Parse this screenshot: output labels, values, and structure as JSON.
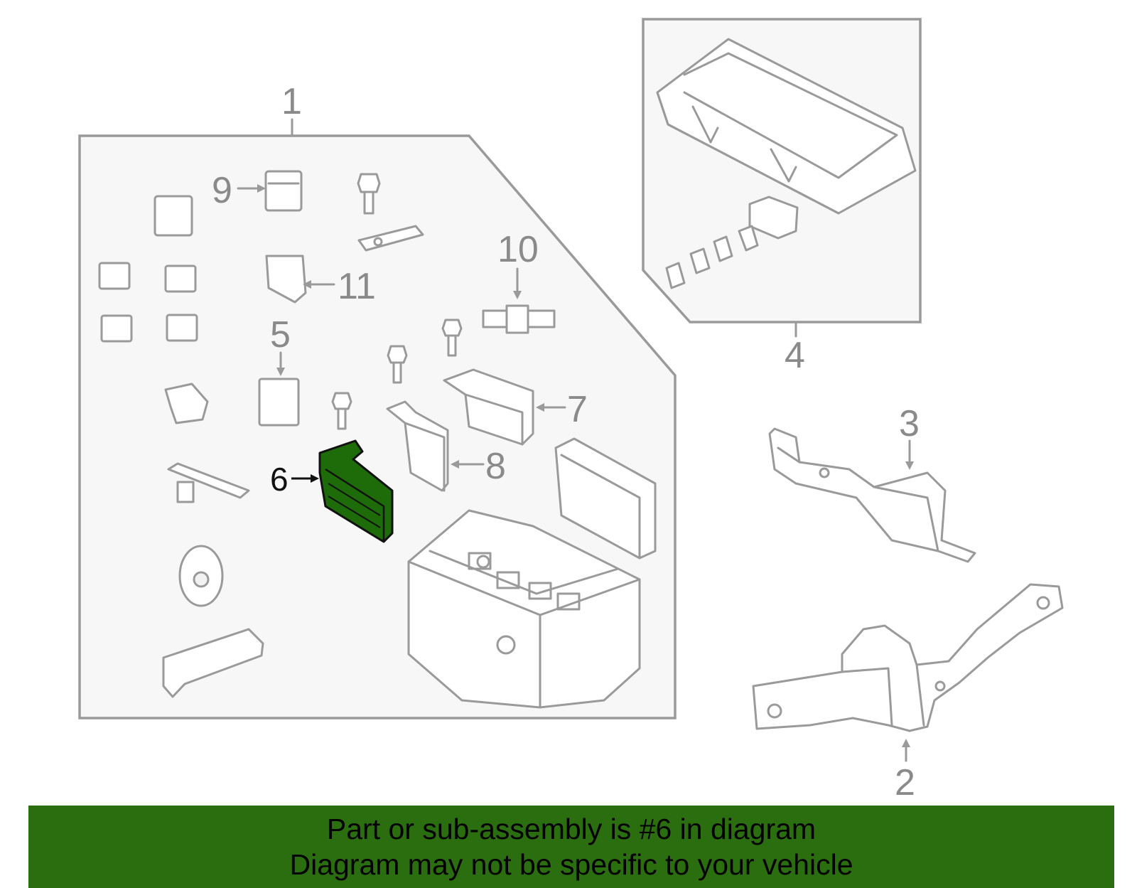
{
  "colors": {
    "banner_bg": "#2a6e10",
    "highlight_part": "#1e6b0a",
    "line_gray": "#9a9a9a",
    "panel_bg": "#f7f7f7"
  },
  "callouts": {
    "c1": "1",
    "c2": "2",
    "c3": "3",
    "c4": "4",
    "c5": "5",
    "c6": "6",
    "c7": "7",
    "c8": "8",
    "c9": "9",
    "c10": "10",
    "c11": "11"
  },
  "highlighted_part": "6",
  "banner": {
    "line1": "Part or sub-assembly is #6 in diagram",
    "line2": "Diagram may not be specific to your vehicle"
  }
}
